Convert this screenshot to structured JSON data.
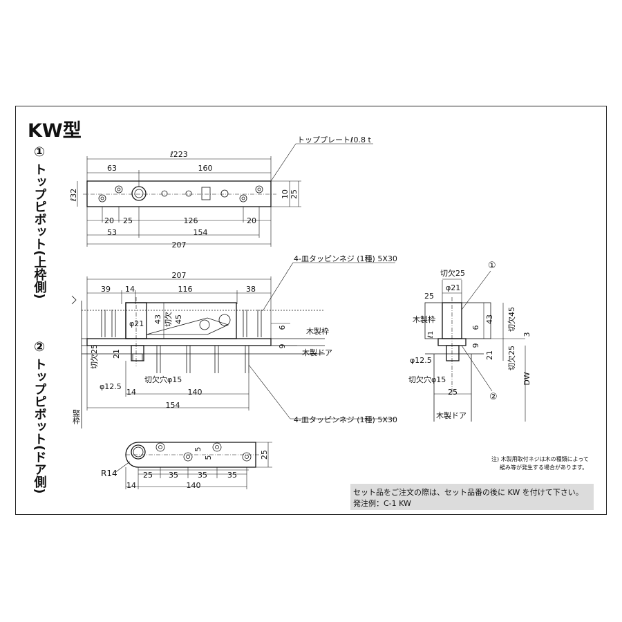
{
  "title": "KW型",
  "section1": {
    "num": "①",
    "label": "トップピボット(上枠側)"
  },
  "section2": {
    "num": "②",
    "label": "トップピボット(ドア側)"
  },
  "top_view": {
    "plate_label": "トッププレート",
    "plate_thick": "ℓ0.8 t",
    "dims": {
      "l223": "ℓ223",
      "d63": "63",
      "d160": "160",
      "l32": "ℓ32",
      "d10": "10",
      "d25": "25",
      "d20a": "20",
      "d25b": "25",
      "d126": "126",
      "d20b": "20",
      "d53": "53",
      "d154": "154",
      "d207": "207"
    }
  },
  "side_view": {
    "screw_top": "4-皿タッピンネジ (1種) 5X30",
    "screw_bottom": "4-皿タッピンネジ (1種) 5X30",
    "frame_wood": "木製枠",
    "door_wood": "木製ドア",
    "vertical_frame": "竪枠",
    "dims": {
      "d207": "207",
      "d39": "39",
      "d14": "14",
      "d116": "116",
      "d38": "38",
      "phi21": "φ21",
      "d43": "43",
      "cut45": "切欠",
      "d45": "45",
      "d6": "6",
      "d9": "9",
      "d21": "21",
      "cut25": "切欠25",
      "phi12_5": "φ12.5",
      "cuthole15": "切欠穴φ15",
      "d14b": "14",
      "d140": "140",
      "d154": "154"
    }
  },
  "section_view": {
    "cut25_top": "切欠25",
    "phi21": "φ21",
    "d25": "25",
    "frame_wood": "木製枠",
    "l1": "ℓ1",
    "d43": "43",
    "cut45": "切欠45",
    "d3": "3",
    "d6": "6",
    "d9": "9",
    "d21": "21",
    "cut25_side": "切欠25",
    "phi12_5": "φ12.5",
    "cuthole15": "切欠穴φ15",
    "d25_bottom": "25",
    "door_wood": "木製ドア",
    "dw": "DW",
    "mark1": "①",
    "mark2": "②"
  },
  "bottom_view": {
    "r14": "R14",
    "d5a": "5",
    "d5b": "5",
    "d25": "25",
    "d25b": "25",
    "d35a": "35",
    "d35b": "35",
    "d35c": "35",
    "d14": "14",
    "d140": "140"
  },
  "note": {
    "line1": "注) 木製用取付ネジは木の種類によって",
    "line2": "緩み等が発生する場合があります。"
  },
  "order_box": {
    "line1": "セット品をご注文の際は、セット品番の後に KW を付けて下さい。",
    "line2": "発注例：C-1 KW"
  }
}
